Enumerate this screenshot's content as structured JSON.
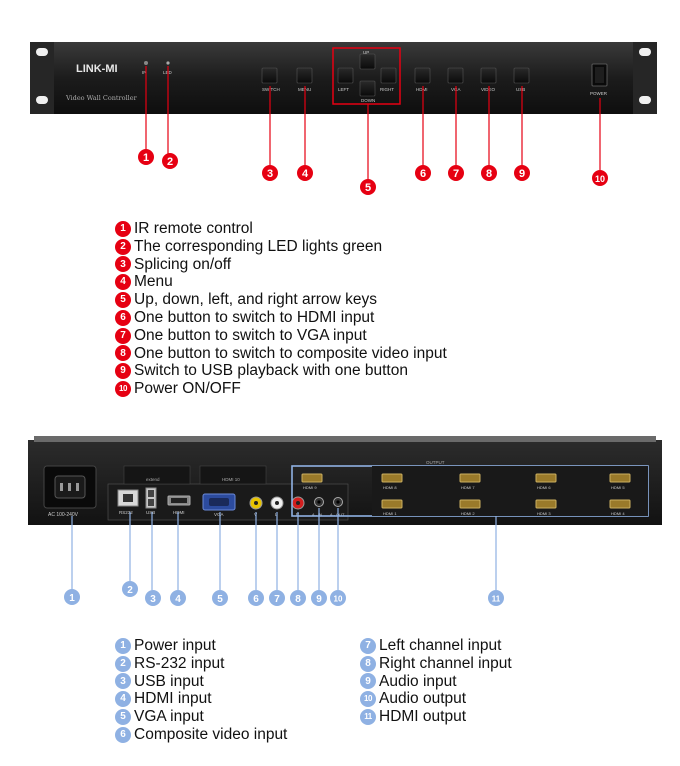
{
  "front_panel": {
    "brand": "LINK-MI",
    "model_text": "Video Wall Controller",
    "labels": {
      "ir": "IR",
      "led": "LED",
      "switch": "SWITCH",
      "menu": "MENU",
      "up": "UP",
      "left": "LEFT",
      "right": "RIGHT",
      "down": "DOWN",
      "hdmi": "HDMI",
      "vga": "VGA",
      "video": "VIDEO",
      "usb": "USB",
      "power": "POWER"
    },
    "callouts": [
      "1",
      "2",
      "3",
      "4",
      "5",
      "6",
      "7",
      "8",
      "9",
      "10"
    ],
    "legend": [
      {
        "num": "1",
        "text": "IR remote control"
      },
      {
        "num": "2",
        "text": "The corresponding LED lights green"
      },
      {
        "num": "3",
        "text": "Splicing on/off"
      },
      {
        "num": "4",
        "text": "Menu"
      },
      {
        "num": "5",
        "text": "Up, down, left, and right arrow keys"
      },
      {
        "num": "6",
        "text": "One button to switch to HDMI input"
      },
      {
        "num": "7",
        "text": "One button to switch to VGA input"
      },
      {
        "num": "8",
        "text": "One button to switch to composite video input"
      },
      {
        "num": "9",
        "text": "Switch to USB playback with one button"
      },
      {
        "num": "10",
        "text": "Power ON/OFF"
      }
    ]
  },
  "rear_panel": {
    "labels": {
      "ac": "AC 100-240V",
      "rs232": "RS232",
      "usb": "USB",
      "hdmi": "HDMI",
      "vga": "VGA",
      "v": "V",
      "l": "L",
      "r": "R",
      "a_in": "A - IN",
      "a_out": "A - OUT",
      "output": "OUTPUT",
      "extend": "extend",
      "hdmi10": "HDMI 10",
      "hdmi9": "HDMI 9",
      "hdmi8": "HDMI 8",
      "hdmi7": "HDMI 7",
      "hdmi6": "HDMI 6",
      "hdmi5": "HDMI 5",
      "hdmi1": "HDMI 1",
      "hdmi2": "HDMI 2",
      "hdmi3": "HDMI 3",
      "hdmi4": "HDMI 4"
    },
    "callouts": [
      "1",
      "2",
      "3",
      "4",
      "5",
      "6",
      "7",
      "8",
      "9",
      "10",
      "11"
    ],
    "legend_left": [
      {
        "num": "1",
        "text": "Power input"
      },
      {
        "num": "2",
        "text": "RS-232 input"
      },
      {
        "num": "3",
        "text": "USB input"
      },
      {
        "num": "4",
        "text": "HDMI input"
      },
      {
        "num": "5",
        "text": "VGA input"
      },
      {
        "num": "6",
        "text": "Composite video input"
      }
    ],
    "legend_right": [
      {
        "num": "7",
        "text": "Left channel input"
      },
      {
        "num": "8",
        "text": "Right channel input"
      },
      {
        "num": "9",
        "text": "Audio input"
      },
      {
        "num": "10",
        "text": "Audio output"
      },
      {
        "num": "11",
        "text": "HDMI output"
      }
    ]
  }
}
